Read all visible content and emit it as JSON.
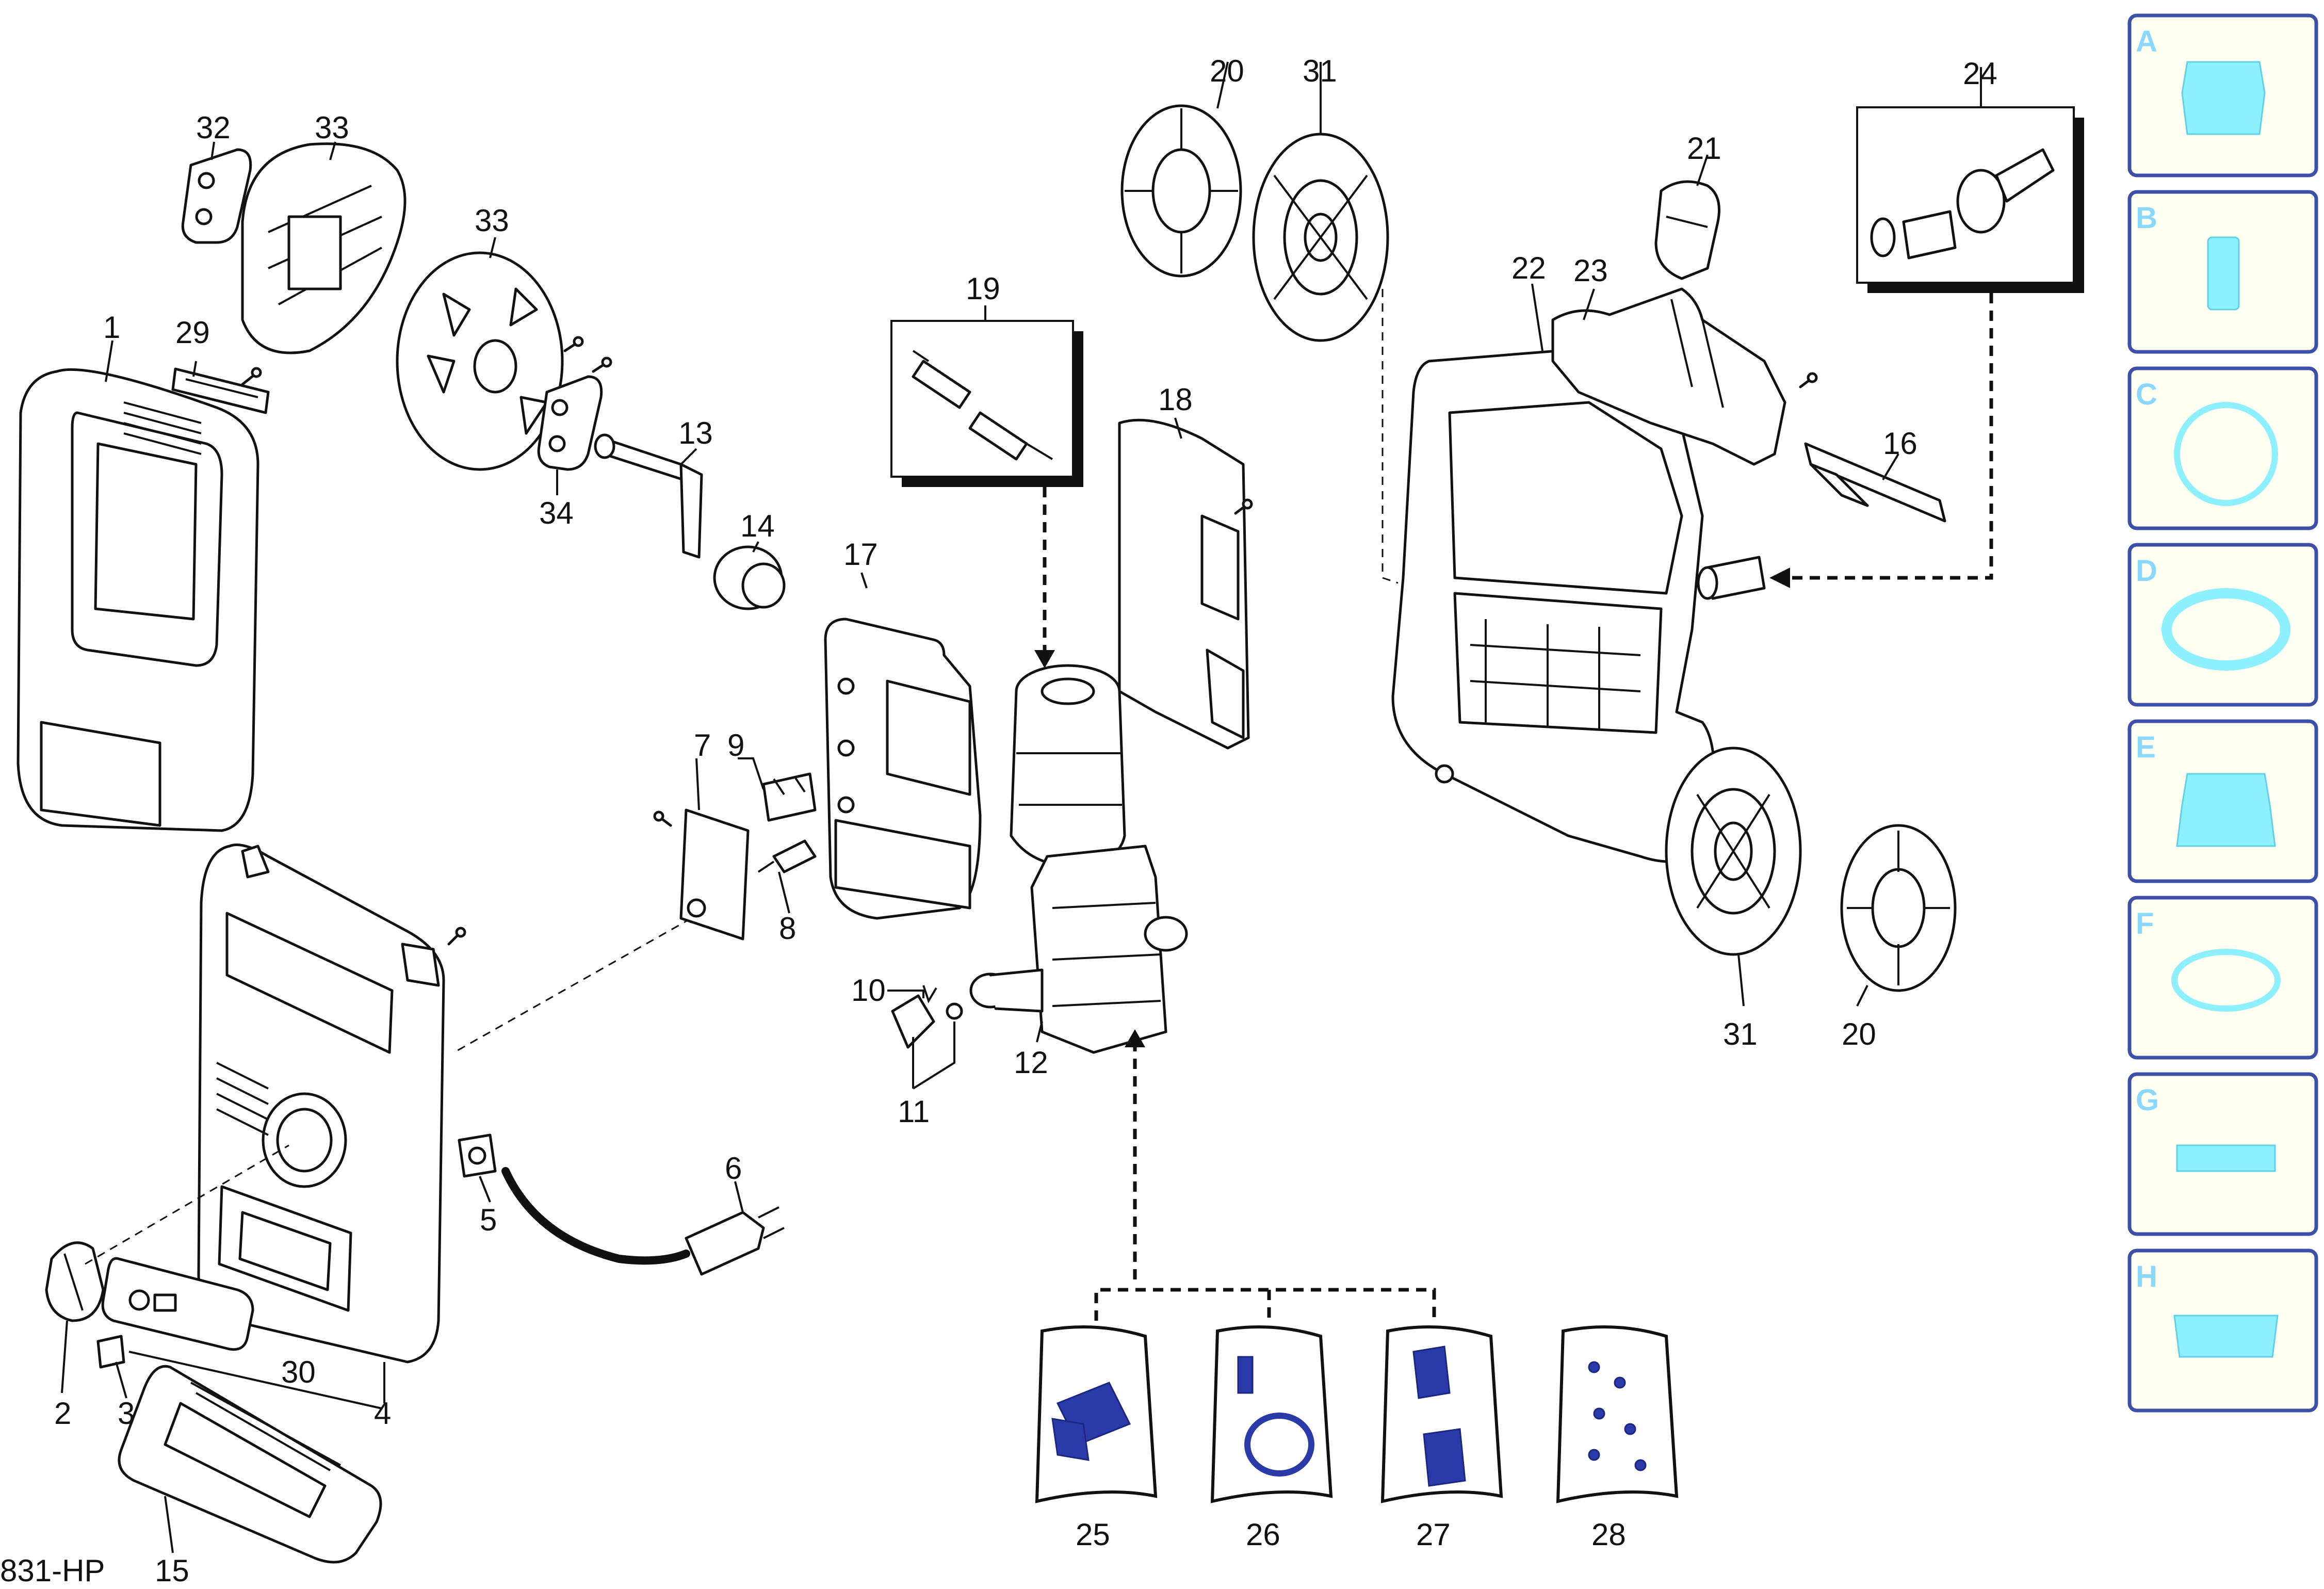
{
  "footer_code": "831-HP",
  "part_numbers": {
    "p1": "1",
    "p2": "2",
    "p3": "3",
    "p4": "4",
    "p5": "5",
    "p6": "6",
    "p7": "7",
    "p8": "8",
    "p9": "9",
    "p10": "10",
    "p11": "11",
    "p12": "12",
    "p13": "13",
    "p14": "14",
    "p15": "15",
    "p16": "16",
    "p17": "17",
    "p18": "18",
    "p19": "19",
    "p20": "20",
    "p21": "21",
    "p22": "22",
    "p23": "23",
    "p24": "24",
    "p25": "25",
    "p26": "26",
    "p27": "27",
    "p28": "28",
    "p29": "29",
    "p30": "30",
    "p31": "31",
    "p32": "32",
    "p33": "33",
    "p34": "34"
  },
  "legend": [
    "A",
    "B",
    "C",
    "D",
    "E",
    "F",
    "G",
    "H"
  ],
  "colors": {
    "legend_border": "#3d4fa6",
    "legend_fill": "#fffff2",
    "legend_icon": "#8ef0ff",
    "kit_blue": "#2a3aa8"
  }
}
